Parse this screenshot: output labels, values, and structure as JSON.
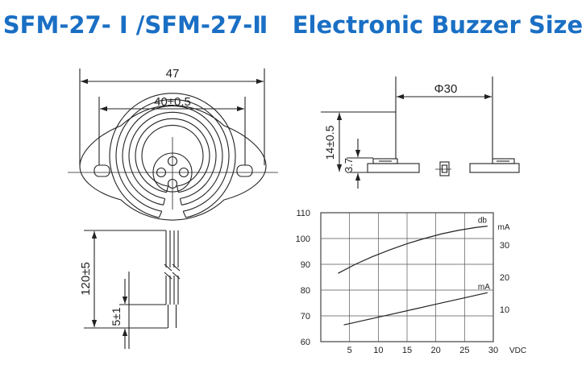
{
  "header": {
    "title": "SFM-27- Ⅰ /SFM-27-Ⅱ   Electronic Buzzer Size"
  },
  "front_view": {
    "overall_width": "47",
    "inner_width": "40±0.5"
  },
  "side_view": {
    "diameter": "Φ30",
    "height": "14±0.5",
    "base_height": "3.7"
  },
  "leads": {
    "lead_length": "120±5",
    "strip_length": "5±1"
  },
  "colors": {
    "title": "#1a6fc4",
    "line": "#222222"
  },
  "chart_data": {
    "type": "line",
    "title": "",
    "xlabel": "VDC",
    "ylabel_left": "",
    "ylabel_right": "mA",
    "x_ticks": [
      5,
      10,
      15,
      20,
      25,
      30
    ],
    "y_left_ticks": [
      60,
      70,
      80,
      90,
      100,
      110
    ],
    "y_right_ticks": [
      10,
      20,
      30
    ],
    "xlim": [
      0,
      30
    ],
    "ylim_left": [
      60,
      110
    ],
    "ylim_right": [
      0,
      40
    ],
    "grid": true,
    "series": [
      {
        "name": "db",
        "axis": "left",
        "x": [
          3,
          6,
          9,
          12,
          15,
          18,
          21,
          24,
          27,
          29
        ],
        "y": [
          86.5,
          90,
          93,
          95.6,
          98,
          100,
          101.8,
          103.2,
          104.3,
          104.8
        ]
      },
      {
        "name": "mA",
        "axis": "right",
        "x": [
          4,
          8,
          12,
          16,
          20,
          24,
          28,
          29
        ],
        "y": [
          5.2,
          6.8,
          8.4,
          10.0,
          11.6,
          13.2,
          14.8,
          15.2
        ]
      }
    ]
  }
}
